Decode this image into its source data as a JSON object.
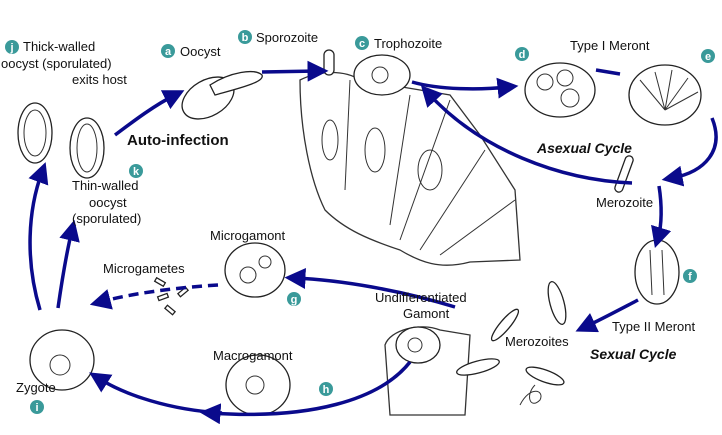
{
  "colors": {
    "arrow": "#0a0a8c",
    "badge": "#3a9a9a"
  },
  "badges": {
    "a": "a",
    "b": "b",
    "c": "c",
    "d": "d",
    "e": "e",
    "f": "f",
    "g": "g",
    "h": "h",
    "i": "i",
    "j": "j",
    "k": "k"
  },
  "labels": {
    "thick_walled_1": "Thick-walled",
    "thick_walled_2": "oocyst (sporulated)",
    "thick_walled_3": "exits host",
    "oocyst": "Oocyst",
    "sporozoite": "Sporozoite",
    "trophozoite": "Trophozoite",
    "type1_meront": "Type I Meront",
    "auto_infection": "Auto-infection",
    "asexual_cycle": "Asexual Cycle",
    "thin_walled_1": "Thin-walled",
    "thin_walled_2": "oocyst",
    "thin_walled_3": "(sporulated)",
    "merozoite": "Merozoite",
    "microgamont": "Microgamont",
    "microgametes": "Microgametes",
    "undiff_1": "Undifferentiated",
    "undiff_2": "Gamont",
    "type2_meront": "Type II Meront",
    "merozoites": "Merozoites",
    "sexual_cycle": "Sexual Cycle",
    "macrogamont": "Macrogamont",
    "zygote": "Zygote"
  }
}
